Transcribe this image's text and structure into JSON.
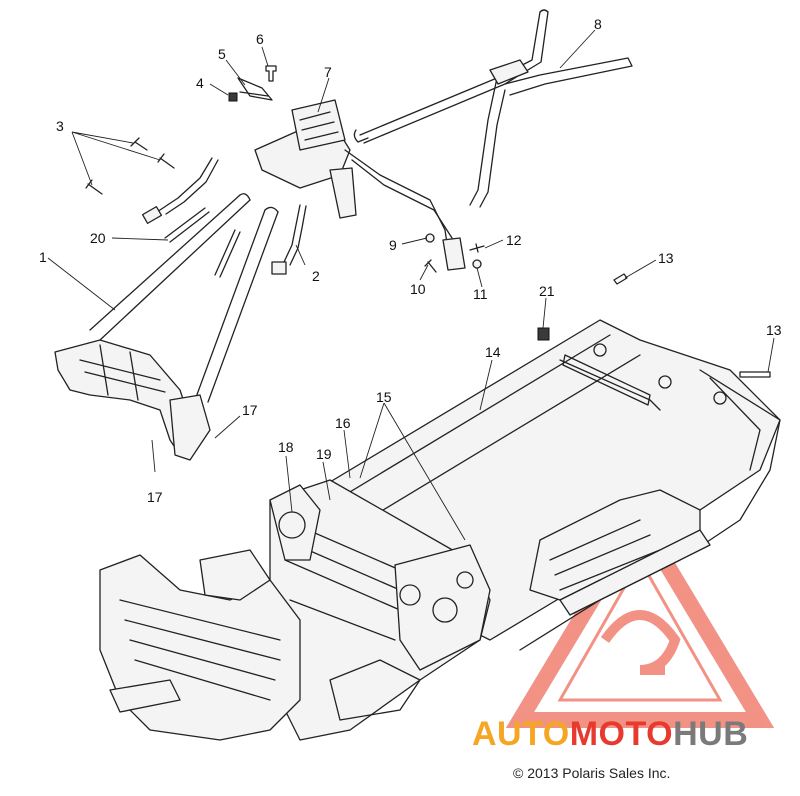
{
  "diagram": {
    "callouts": [
      {
        "id": "1",
        "label": "1"
      },
      {
        "id": "2",
        "label": "2"
      },
      {
        "id": "3",
        "label": "3"
      },
      {
        "id": "4",
        "label": "4"
      },
      {
        "id": "5",
        "label": "5"
      },
      {
        "id": "6",
        "label": "6"
      },
      {
        "id": "7",
        "label": "7"
      },
      {
        "id": "8",
        "label": "8"
      },
      {
        "id": "9",
        "label": "9"
      },
      {
        "id": "10",
        "label": "10"
      },
      {
        "id": "11",
        "label": "11"
      },
      {
        "id": "12",
        "label": "12"
      },
      {
        "id": "13a",
        "label": "13"
      },
      {
        "id": "13b",
        "label": "13"
      },
      {
        "id": "14",
        "label": "14"
      },
      {
        "id": "15",
        "label": "15"
      },
      {
        "id": "16",
        "label": "16"
      },
      {
        "id": "17a",
        "label": "17"
      },
      {
        "id": "17b",
        "label": "17"
      },
      {
        "id": "18",
        "label": "18"
      },
      {
        "id": "19",
        "label": "19"
      },
      {
        "id": "20",
        "label": "20"
      },
      {
        "id": "21",
        "label": "21"
      }
    ]
  },
  "watermark": {
    "part1": "AUTO",
    "part2": "MOTO",
    "part3": "HUB",
    "colors": {
      "orange": "#f5a623",
      "red": "#e8392f",
      "gray": "#7a7a7a",
      "triangle": "#f08070"
    }
  },
  "copyright": "© 2013 Polaris Sales Inc."
}
